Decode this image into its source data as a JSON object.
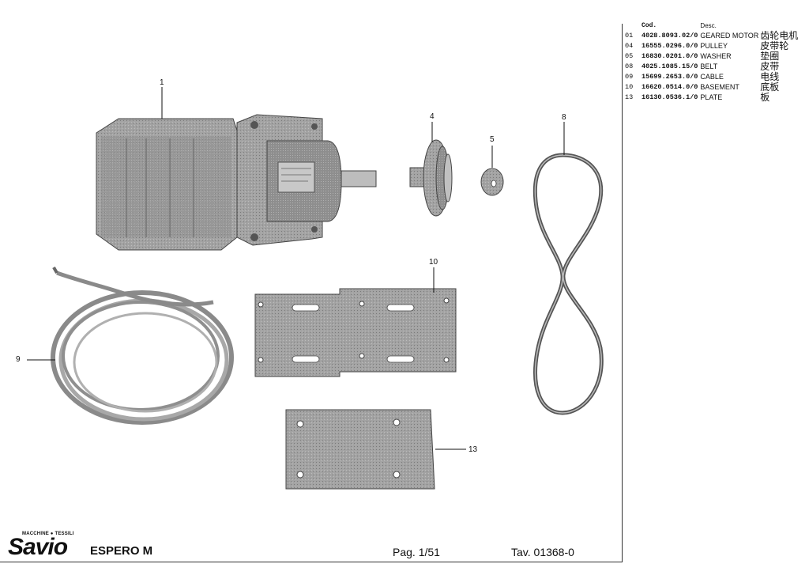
{
  "table": {
    "header_cod": "Cod.",
    "header_desc": "Desc.",
    "rows": [
      {
        "n": "01",
        "code": "4028.8093.02/0",
        "desc": "GEARED MOTOR",
        "cn": "齿轮电机"
      },
      {
        "n": "04",
        "code": "16555.0296.0/0",
        "desc": "PULLEY",
        "cn": "皮带轮"
      },
      {
        "n": "05",
        "code": "16830.0201.0/0",
        "desc": "WASHER",
        "cn": "垫圈"
      },
      {
        "n": "08",
        "code": "4025.1085.15/0",
        "desc": "BELT",
        "cn": "皮带"
      },
      {
        "n": "09",
        "code": "15699.2653.0/0",
        "desc": "CABLE",
        "cn": "电线"
      },
      {
        "n": "10",
        "code": "16620.0514.0/0",
        "desc": "BASEMENT",
        "cn": "底板"
      },
      {
        "n": "13",
        "code": "16130.0536.1/0",
        "desc": "PLATE",
        "cn": "板"
      }
    ]
  },
  "callouts": {
    "c1": "1",
    "c4": "4",
    "c5": "5",
    "c8": "8",
    "c9": "9",
    "c10": "10",
    "c13": "13"
  },
  "footer": {
    "logo_small": "MACCHINE ● TESSILI",
    "logo_big": "Savio",
    "model": "ESPERO M",
    "page": "Pag. 1/51",
    "tav": "Tav. 01368-0"
  },
  "colors": {
    "ink": "#111111",
    "part_fill": "#9a9a9a",
    "part_dark": "#6e6e6e"
  }
}
